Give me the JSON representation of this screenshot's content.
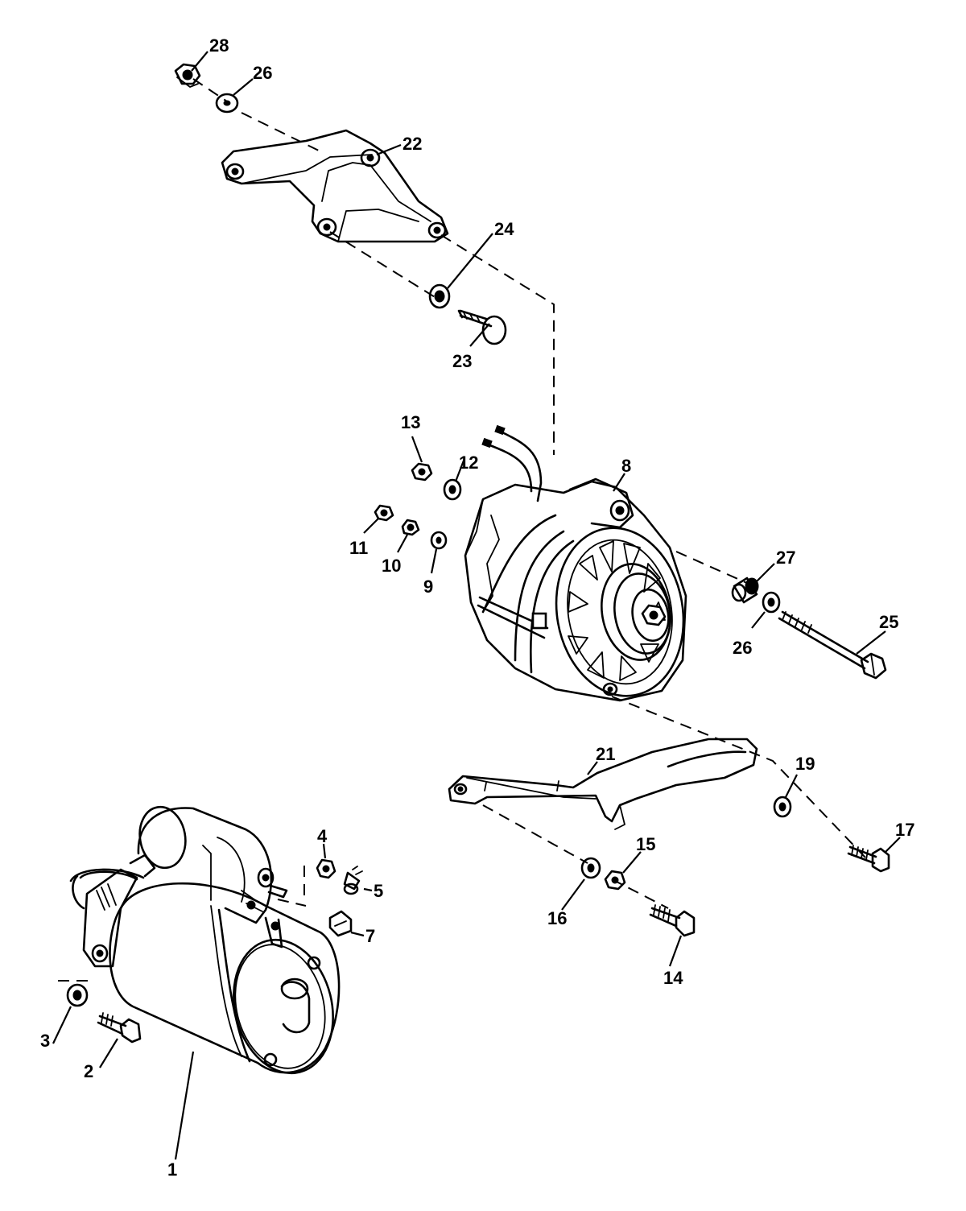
{
  "callouts": {
    "c1": "1",
    "c2": "2",
    "c3": "3",
    "c4": "4",
    "c5": "5",
    "c7": "7",
    "c8": "8",
    "c9": "9",
    "c10": "10",
    "c11": "11",
    "c12": "12",
    "c13": "13",
    "c14": "14",
    "c15": "15",
    "c16": "16",
    "c17": "17",
    "c19": "19",
    "c21": "21",
    "c22": "22",
    "c23": "23",
    "c24": "24",
    "c25": "25",
    "c26a": "26",
    "c26b": "26",
    "c27": "27",
    "c28": "28"
  }
}
